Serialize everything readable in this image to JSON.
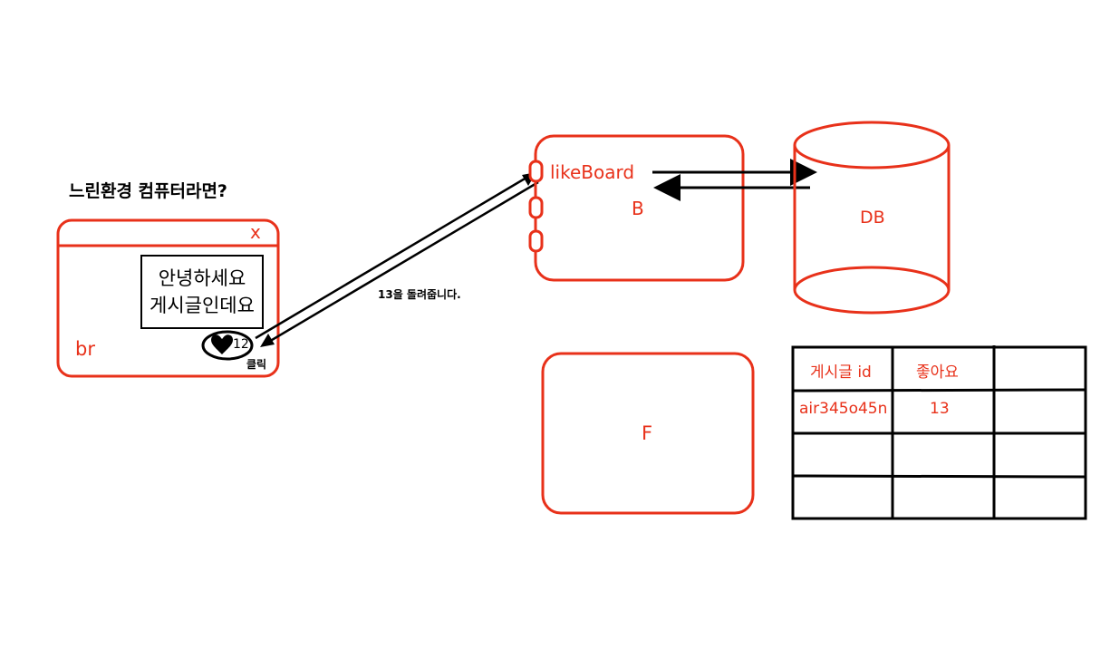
{
  "title": "느린환경 컴퓨터라면?",
  "client": {
    "close_label": "x",
    "post_line1": "안녕하세요",
    "post_line2": "게시글인데요",
    "label": "br",
    "like_count": "12",
    "click_label": "클릭"
  },
  "return_note": "13을 돌려줍니다.",
  "server_b": {
    "method": "likeBoard",
    "label": "B"
  },
  "database": {
    "label": "DB"
  },
  "server_f": {
    "label": "F"
  },
  "table": {
    "headers": [
      "게시글 id",
      "좋아요",
      ""
    ],
    "rows": [
      [
        "air345o45n",
        "13",
        ""
      ],
      [
        "",
        "",
        ""
      ],
      [
        "",
        "",
        ""
      ]
    ]
  },
  "colors": {
    "accent": "#e8311a",
    "ink": "#000000"
  }
}
